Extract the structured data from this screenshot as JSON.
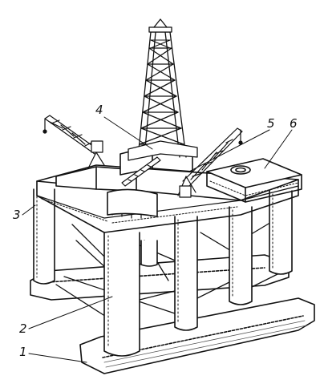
{
  "colors": {
    "ink": "#111111",
    "paper": "#ffffff",
    "hatch": "#555555"
  },
  "callouts": [
    {
      "id": "1",
      "text": "1",
      "part": "lower-pontoon"
    },
    {
      "id": "2",
      "text": "2",
      "part": "column"
    },
    {
      "id": "3",
      "text": "3",
      "part": "deck-hull"
    },
    {
      "id": "4",
      "text": "4",
      "part": "derrick"
    },
    {
      "id": "5",
      "text": "5",
      "part": "crane"
    },
    {
      "id": "6",
      "text": "6",
      "part": "helideck"
    }
  ]
}
